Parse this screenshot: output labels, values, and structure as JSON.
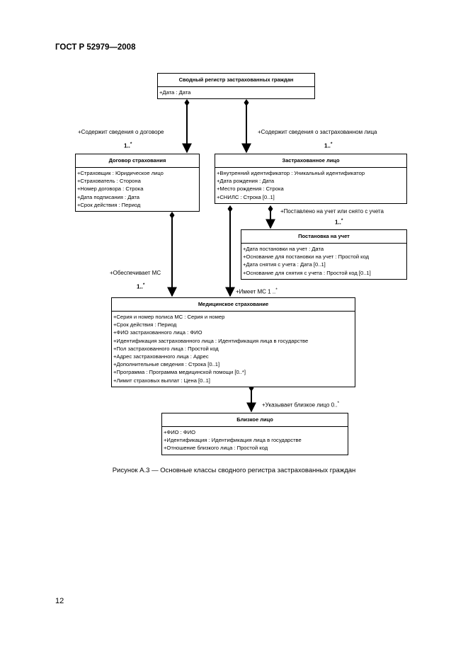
{
  "header": "ГОСТ Р 52979—2008",
  "page_number": "12",
  "caption": "Рисунок А.3 — Основные классы сводного регистра застрахованных граждан",
  "classes": {
    "registry": {
      "name": "Сводный регистр застрахованных граждан",
      "attributes": [
        "+Дата : Дата"
      ]
    },
    "contract": {
      "name": "Договор страхования",
      "attributes": [
        "+Страховщик : Юридическое лицо",
        "+Страхователь : Сторона",
        "+Номер договора : Строка",
        "+Дата подписания : Дата",
        "+Срок действия : Период"
      ]
    },
    "insured": {
      "name": "Застрахованное лицо",
      "attributes": [
        "+Внутренний идентификатор : Уникальный идентификатор",
        "+Дата рождения : Дата",
        "+Место рождения : Строка",
        "+СНИЛС : Строка [0..1]"
      ]
    },
    "registration": {
      "name": "Постановка на учет",
      "attributes": [
        "+Дата постановки на учет : Дата",
        "+Основание для постановки на учет : Простой код",
        "+Дата снятия с учета : Дата [0..1]",
        "+Основание для снятия с учета : Простой код [0..1]"
      ]
    },
    "medical": {
      "name": "Медицинское страхование",
      "attributes": [
        "+Серия и номер полиса МС : Серия и номер",
        "+Срок действия : Период",
        "+ФИО застрахованного лица : ФИО",
        "+Идентификация застрахованного лица : Идентификация лица в государстве",
        "+Пол застрахованного лица : Простой код",
        "+Адрес застрахованного лица : Адрес",
        "+Дополнительные сведения : Строка [0..1]",
        "+Программа : Программа медицинской помощи [0..*]",
        "+Лимит страховых выплат : Цена [0..1]"
      ]
    },
    "relative": {
      "name": "Близкое лицо",
      "attributes": [
        "+ФИО : ФИО",
        "+Идентификация : Идентификация лица в государстве",
        "+Отношение близкого лица : Простой код"
      ]
    }
  },
  "links": {
    "contains_contract": {
      "label": "+Содержит сведения о договоре",
      "mult": "1..",
      "sup": "*"
    },
    "contains_insured": {
      "label": "+Содержит сведения о застрахованном лица",
      "mult": "1..",
      "sup": "*"
    },
    "registered": {
      "label": "+Поставлено на учет или снято с учета",
      "mult": "1..",
      "sup": "*"
    },
    "provides_ms": {
      "label": "+Обеспечивает МС",
      "mult": "1..",
      "sup": "*"
    },
    "has_ms": {
      "label": "+Имеет МС 1 ..",
      "sup": "*"
    },
    "indicates_relative": {
      "label": "+Указывает близкое лицо  0..",
      "sup": "*"
    }
  }
}
